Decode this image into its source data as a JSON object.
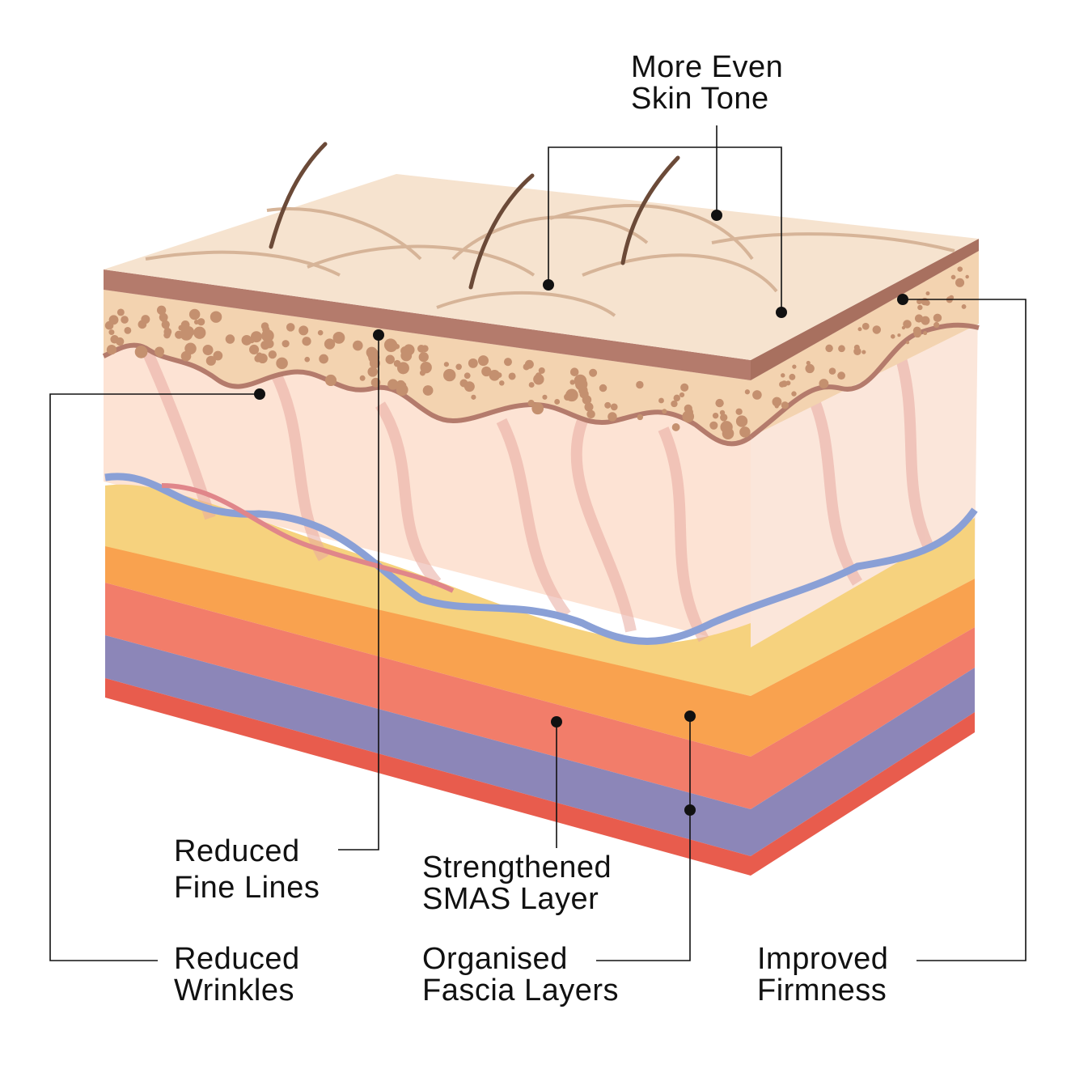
{
  "labels": {
    "skin_tone": [
      "More Even",
      "Skin Tone"
    ],
    "fine_lines": [
      "Reduced",
      "Fine Lines"
    ],
    "smas": [
      "Strengthened",
      "SMAS Layer"
    ],
    "wrinkles": [
      "Reduced",
      "Wrinkles"
    ],
    "fascia": [
      "Organised",
      "Fascia Layers"
    ],
    "firmness": [
      "Improved",
      "Firmness"
    ]
  },
  "colors": {
    "surface": "#f6e3cf",
    "epidermis_edge": "#b47b6c",
    "epidermis_dots": "#c4906f",
    "dermis": "#fbe0d0",
    "fat": "#f6d27e",
    "orange_layer": "#f9a24f",
    "muscle": "#f27d6a",
    "fascia": "#8c86b8",
    "bottom": "#e85c4d",
    "vein": "#8aa0d6",
    "leader": "#111111"
  }
}
